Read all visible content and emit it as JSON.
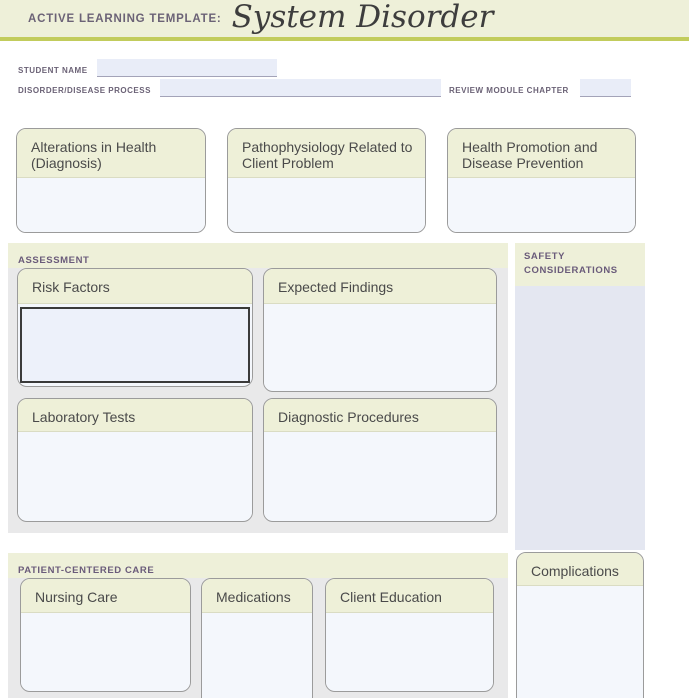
{
  "header": {
    "eyebrow": "ACTIVE LEARNING TEMPLATE:",
    "title": "System Disorder"
  },
  "fields": {
    "student_name": {
      "label": "STUDENT NAME",
      "value": ""
    },
    "disorder_process": {
      "label": "DISORDER/DISEASE PROCESS",
      "value": ""
    },
    "review_module_chapter": {
      "label": "REVIEW MODULE CHAPTER",
      "value": ""
    }
  },
  "top_cards": [
    {
      "title": "Alterations in Health (Diagnosis)",
      "value": ""
    },
    {
      "title": "Pathophysiology Related to Client Problem",
      "value": ""
    },
    {
      "title": "Health Promotion and Disease Prevention",
      "value": ""
    }
  ],
  "assessment": {
    "title": "ASSESSMENT",
    "cards": [
      {
        "title": "Risk Factors",
        "value": "",
        "focused": true
      },
      {
        "title": "Expected Findings",
        "value": ""
      },
      {
        "title": "Laboratory Tests",
        "value": ""
      },
      {
        "title": "Diagnostic Procedures",
        "value": ""
      }
    ]
  },
  "safety": {
    "title": "SAFETY CONSIDERATIONS",
    "value": ""
  },
  "patient_centered_care": {
    "title": "PATIENT-CENTERED CARE",
    "cards": [
      {
        "title": "Nursing Care",
        "value": ""
      },
      {
        "title": "Medications",
        "value": ""
      },
      {
        "title": "Client Education",
        "value": ""
      }
    ]
  },
  "complications": {
    "title": "Complications",
    "value": ""
  },
  "colors": {
    "header_bg": "#eef0d9",
    "accent_line": "#c2cc5c",
    "label_purple": "#6b6276",
    "section_title_purple": "#6a5b7a",
    "card_header_yellow": "#eef0d8",
    "card_body_blue": "#f4f7fc",
    "panel_gray": "#e9e9ea",
    "safety_body_blue": "#e4e7f1",
    "field_fill": "#e9edf8",
    "card_border": "#9b9b9b",
    "focus_border": "#3a3a3a"
  }
}
